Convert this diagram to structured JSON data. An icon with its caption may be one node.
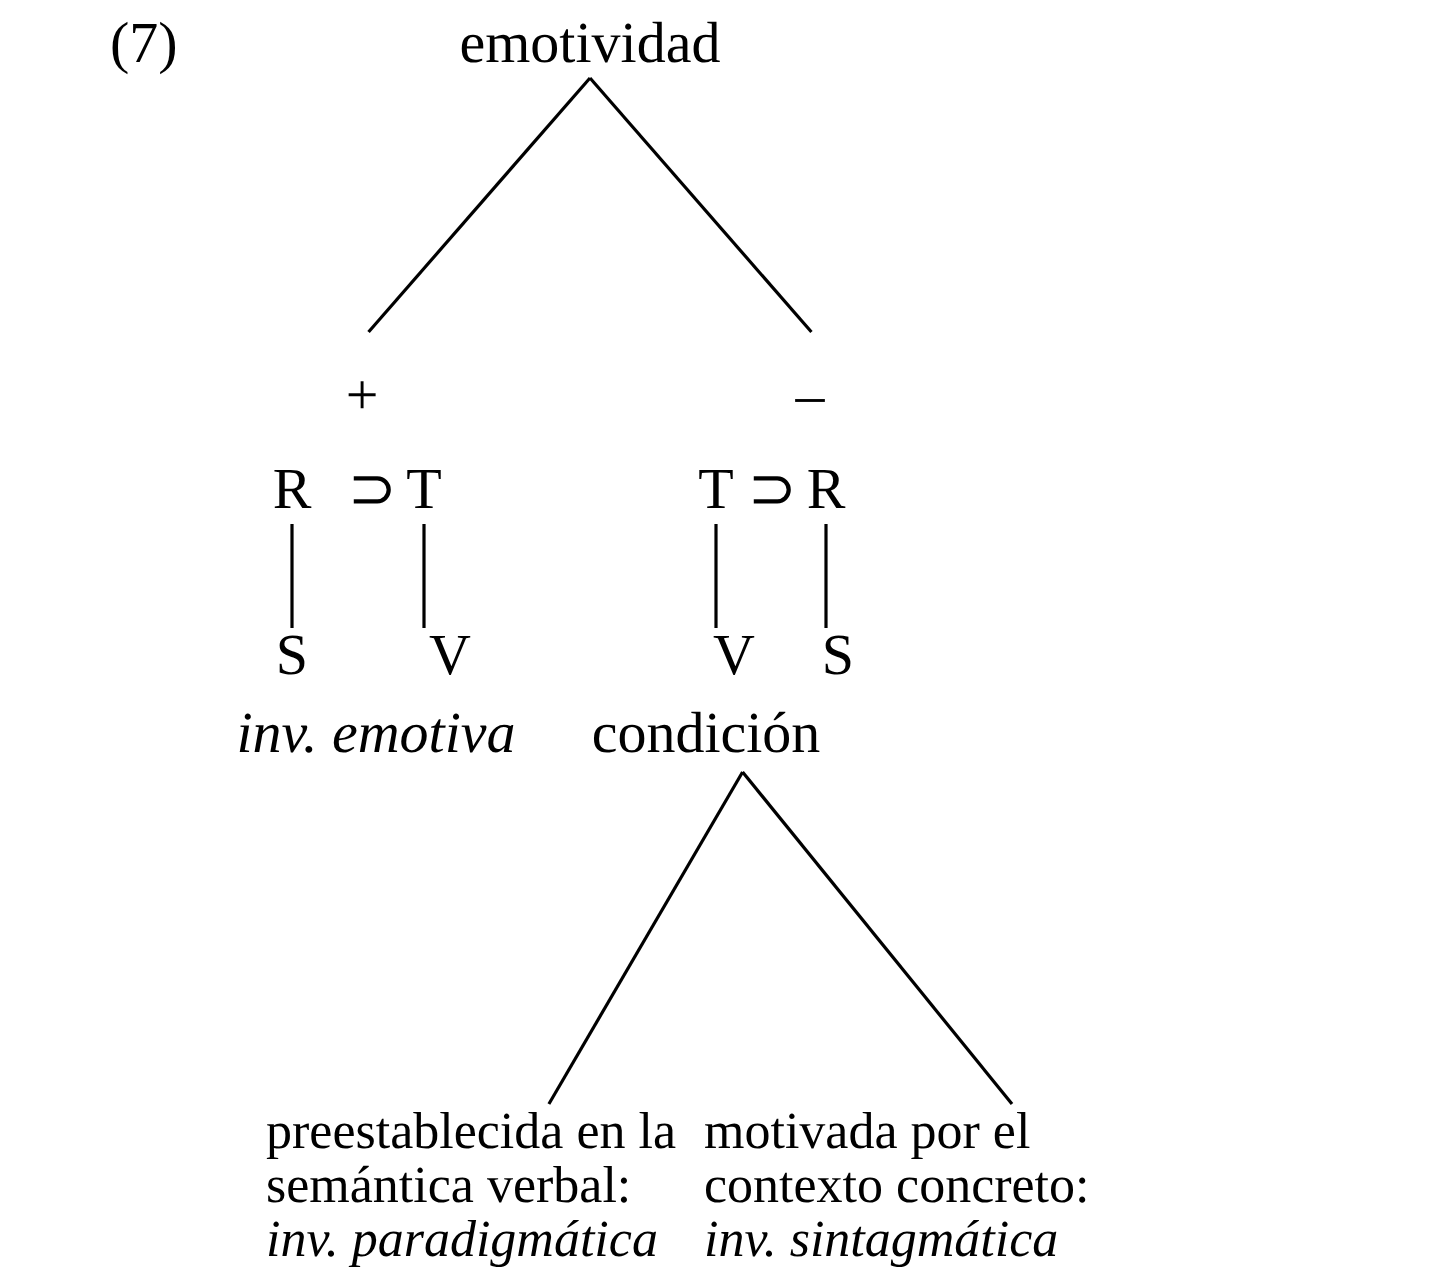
{
  "diagram": {
    "nodes": [
      {
        "text": [
          "emotividad"
        ]
      },
      {
        "text": [
          "+"
        ]
      },
      {
        "text": [
          "–"
        ]
      },
      {
        "text": [
          "R"
        ]
      },
      {
        "text": [
          "T"
        ]
      },
      {
        "text": [
          "T"
        ]
      },
      {
        "text": [
          "R"
        ]
      },
      {
        "text": [
          "S"
        ]
      },
      {
        "text": [
          "V"
        ]
      },
      {
        "text": [
          "V"
        ]
      },
      {
        "text": [
          "S"
        ]
      },
      {
        "text": [
          "inv. emotiva"
        ]
      },
      {
        "text": [
          "condición"
        ]
      },
      {
        "text": [
          "preestablecida en la semántica verbal:",
          "inv. paradigmática"
        ]
      },
      {
        "text": [
          "motivada por el contexto concreto:",
          "inv. sintagmática"
        ]
      }
    ],
    "edges": [
      {
        "from": 0,
        "to": 1,
        "arrow": "none"
      },
      {
        "from": 0,
        "to": 2,
        "arrow": "none"
      },
      {
        "from": 3,
        "to": 7,
        "arrow": "none"
      },
      {
        "from": 4,
        "to": 8,
        "arrow": "none"
      },
      {
        "from": 5,
        "to": 9,
        "arrow": "none"
      },
      {
        "from": 6,
        "to": 10,
        "arrow": "none"
      },
      {
        "from": 12,
        "to": 13,
        "arrow": "none"
      },
      {
        "from": 12,
        "to": 14,
        "arrow": "none"
      }
    ],
    "labels": [
      "(7)",
      "⊃",
      "⊃"
    ]
  }
}
